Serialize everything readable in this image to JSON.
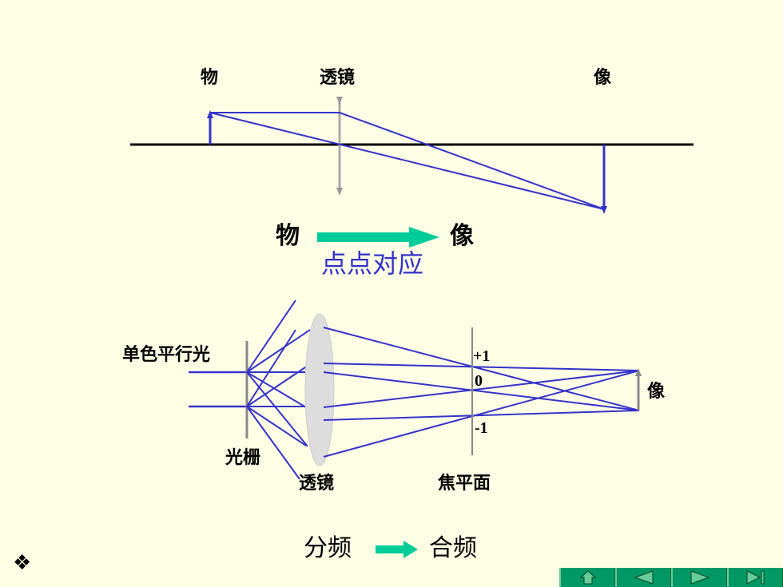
{
  "top_diagram": {
    "object_label": "物",
    "lens_label": "透镜",
    "image_label": "像"
  },
  "mapping": {
    "from": "物",
    "to": "像",
    "caption": "点点对应"
  },
  "bottom_diagram": {
    "light_label": "单色平行光",
    "grating_label": "光栅",
    "lens_label": "透镜",
    "focal_plane_label": "焦平面",
    "image_label": "像",
    "orders": [
      "+1",
      "0",
      "-1"
    ]
  },
  "bottom_caption": {
    "left": "分频",
    "right": "合频"
  },
  "bullet_symbol": "❖",
  "navigation": [
    "home",
    "previous",
    "next",
    "end"
  ],
  "colors": {
    "background": "#FFFFE6",
    "ray": "#3333CC",
    "arrow_teal": "#00CC99",
    "lens_gray": "#BBBBBB",
    "nav_green": "#009966"
  }
}
